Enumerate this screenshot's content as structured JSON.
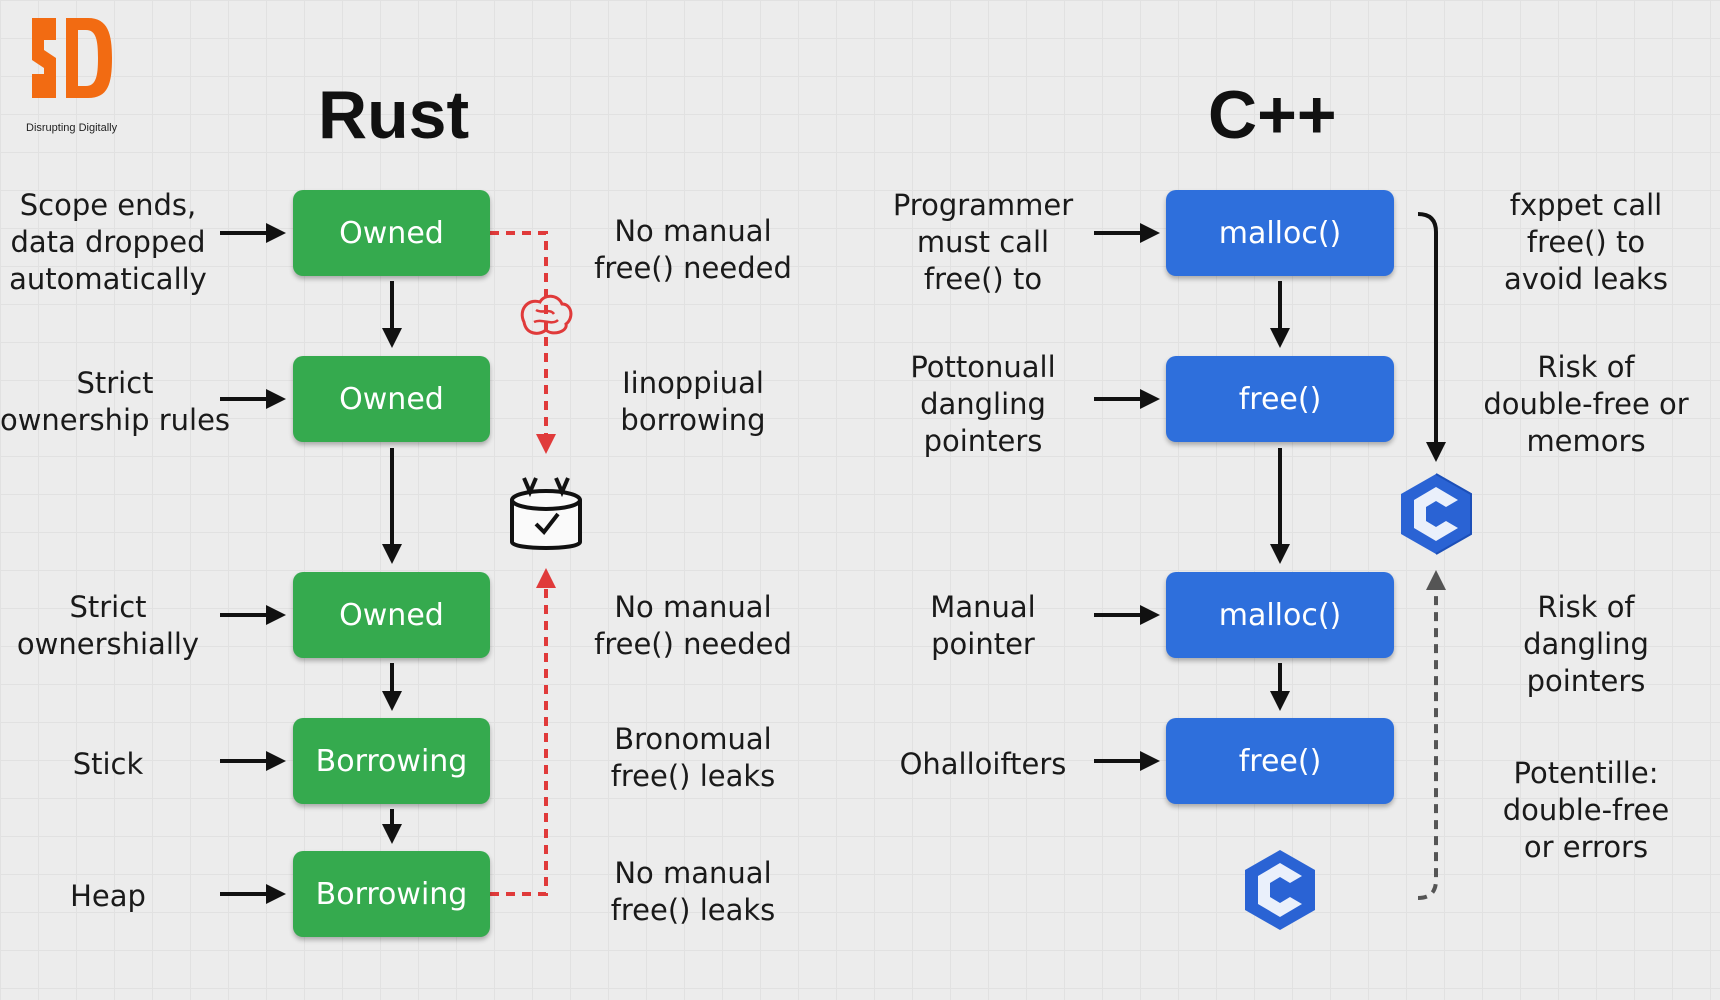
{
  "logo": {
    "tagline": "Disrupting Digitally",
    "colors": {
      "primary": "#f26b12"
    }
  },
  "rust": {
    "title": "Rust",
    "color": "#35aa4e",
    "nodes": [
      "Owned",
      "Owned",
      "Owned",
      "Borrowing",
      "Borrowing"
    ],
    "left_labels": [
      [
        "Scope ends,",
        "data dropped",
        "automatically"
      ],
      [
        "Strict",
        "ownership rules"
      ],
      [
        "Strict",
        "ownershially"
      ],
      [
        "Stick"
      ],
      [
        "Heap"
      ]
    ],
    "right_labels": [
      [
        "No manual",
        "free() needed"
      ],
      [
        "Iinoppiual",
        "borrowing"
      ],
      [
        "No manual",
        "free() needed"
      ],
      [
        "Bronomual",
        "free() leaks"
      ],
      [
        "No manual",
        "free() leaks"
      ]
    ],
    "icons": [
      "brain-icon",
      "bin-check-icon"
    ],
    "accent_color": "#e03a3a"
  },
  "cpp": {
    "title": "C++",
    "color": "#2e6fdc",
    "nodes": [
      "malloc()",
      "free()",
      "malloc()",
      "free()"
    ],
    "left_labels": [
      [
        "Programmer",
        "must call",
        "free() to"
      ],
      [
        "Pottonuall",
        "dangling",
        "pointers"
      ],
      [
        "Manual",
        "pointer"
      ],
      [
        "Ohalloifters"
      ]
    ],
    "right_labels": [
      [
        "fxppet call",
        "free() to",
        "avoid leaks"
      ],
      [
        "Risk of",
        "double-free or",
        "memors"
      ],
      [
        "Risk of",
        "dangling",
        "pointers"
      ],
      [
        "Potentille:",
        "double-free",
        "or errors"
      ]
    ],
    "icons": [
      "cpp-logo-icon",
      "cpp-logo-icon"
    ]
  }
}
